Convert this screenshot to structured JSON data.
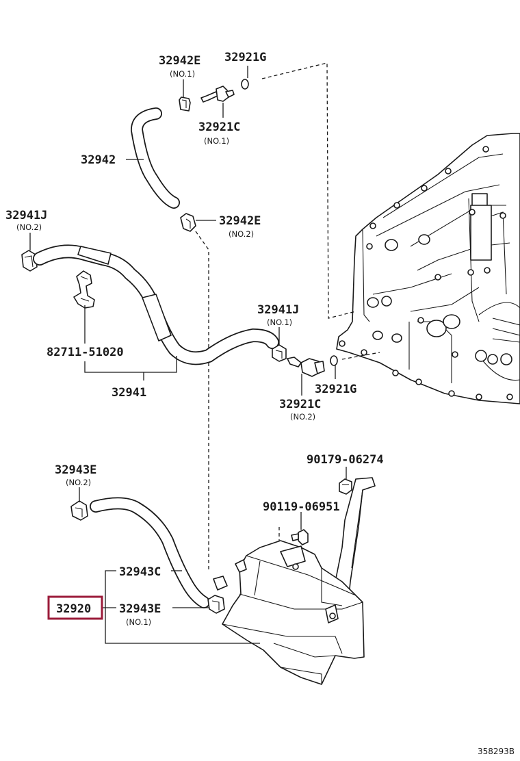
{
  "labels": {
    "p32942E_1": "32942E",
    "p32942E_1_sub": "(NO.1)",
    "p32921G_1": "32921G",
    "p32921C_1": "32921C",
    "p32921C_1_sub": "(NO.1)",
    "p32942": "32942",
    "p32941J_2": "32941J",
    "p32941J_2_sub": "(NO.2)",
    "p32942E_2": "32942E",
    "p32942E_2_sub": "(NO.2)",
    "p32941J_1": "32941J",
    "p32941J_1_sub": "(NO.1)",
    "p82711": "82711-51020",
    "p32941": "32941",
    "p32921G_2": "32921G",
    "p32921C_2": "32921C",
    "p32921C_2_sub": "(NO.2)",
    "p90179": "90179-06274",
    "p32943E_2": "32943E",
    "p32943E_2_sub": "(NO.2)",
    "p90119": "90119-06951",
    "p32943C": "32943C",
    "p32920": "32920",
    "p32943E_1": "32943E",
    "p32943E_1_sub": "(NO.1)"
  },
  "reference": "358293B",
  "highlight_color": "#9b1b3a"
}
